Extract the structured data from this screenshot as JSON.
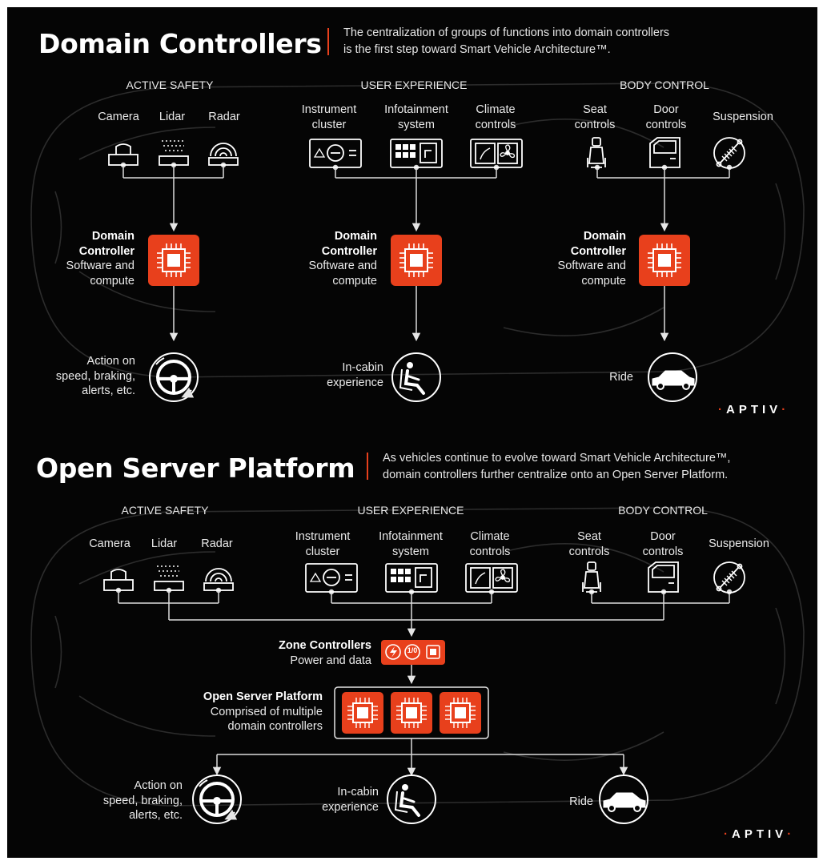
{
  "colors": {
    "accent": "#e8401c",
    "background": "#050505",
    "line": "#dcdcdc"
  },
  "top": {
    "title": "Domain Controllers",
    "subtitle_line1": "The centralization of groups of functions into domain controllers",
    "subtitle_line2": "is the first step toward Smart Vehicle Architecture™.",
    "categories": {
      "active_safety": "ACTIVE SAFETY",
      "user_experience": "USER EXPERIENCE",
      "body_control": "BODY CONTROL"
    },
    "sensors": {
      "camera": "Camera",
      "lidar": "Lidar",
      "radar": "Radar",
      "instrument_1": "Instrument",
      "instrument_2": "cluster",
      "infotainment_1": "Infotainment",
      "infotainment_2": "system",
      "climate_1": "Climate",
      "climate_2": "controls",
      "seat_1": "Seat",
      "seat_2": "controls",
      "door_1": "Door",
      "door_2": "controls",
      "suspension": "Suspension"
    },
    "controller": {
      "title_1": "Domain",
      "title_2": "Controller",
      "desc_1": "Software and",
      "desc_2": "compute"
    },
    "outcomes": {
      "action_1": "Action on",
      "action_2": "speed, braking,",
      "action_3": "alerts, etc.",
      "cabin_1": "In-cabin",
      "cabin_2": "experience",
      "ride": "Ride"
    },
    "logo": "APTIV"
  },
  "bottom": {
    "title": "Open Server Platform",
    "subtitle_line1": "As vehicles continue to evolve toward Smart Vehicle Architecture™,",
    "subtitle_line2": "domain controllers further centralize onto an Open Server Platform.",
    "categories": {
      "active_safety": "ACTIVE SAFETY",
      "user_experience": "USER EXPERIENCE",
      "body_control": "BODY CONTROL"
    },
    "sensors": {
      "camera": "Camera",
      "lidar": "Lidar",
      "radar": "Radar",
      "instrument_1": "Instrument",
      "instrument_2": "cluster",
      "infotainment_1": "Infotainment",
      "infotainment_2": "system",
      "climate_1": "Climate",
      "climate_2": "controls",
      "seat_1": "Seat",
      "seat_2": "controls",
      "door_1": "Door",
      "door_2": "controls",
      "suspension": "Suspension"
    },
    "zone": {
      "title": "Zone Controllers",
      "desc": "Power and data",
      "io_label": "1/0"
    },
    "osp": {
      "title": "Open Server Platform",
      "desc_1": "Comprised of multiple",
      "desc_2": "domain controllers"
    },
    "outcomes": {
      "action_1": "Action on",
      "action_2": "speed, braking,",
      "action_3": "alerts, etc.",
      "cabin_1": "In-cabin",
      "cabin_2": "experience",
      "ride": "Ride"
    },
    "logo": "APTIV"
  }
}
